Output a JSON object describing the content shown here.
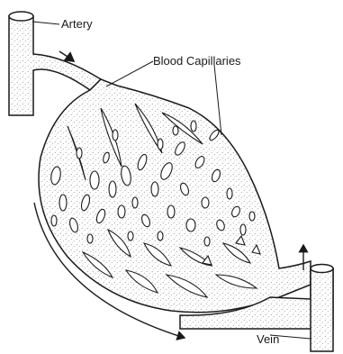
{
  "labels": {
    "artery": "Artery",
    "capillaries": "Blood Capillaries",
    "vein": "Vein"
  },
  "colors": {
    "ink": "#1a1a1a",
    "stipple": "#8a8a8a",
    "background": "#ffffff"
  },
  "icons": [
    "flow-arrow-icon"
  ]
}
